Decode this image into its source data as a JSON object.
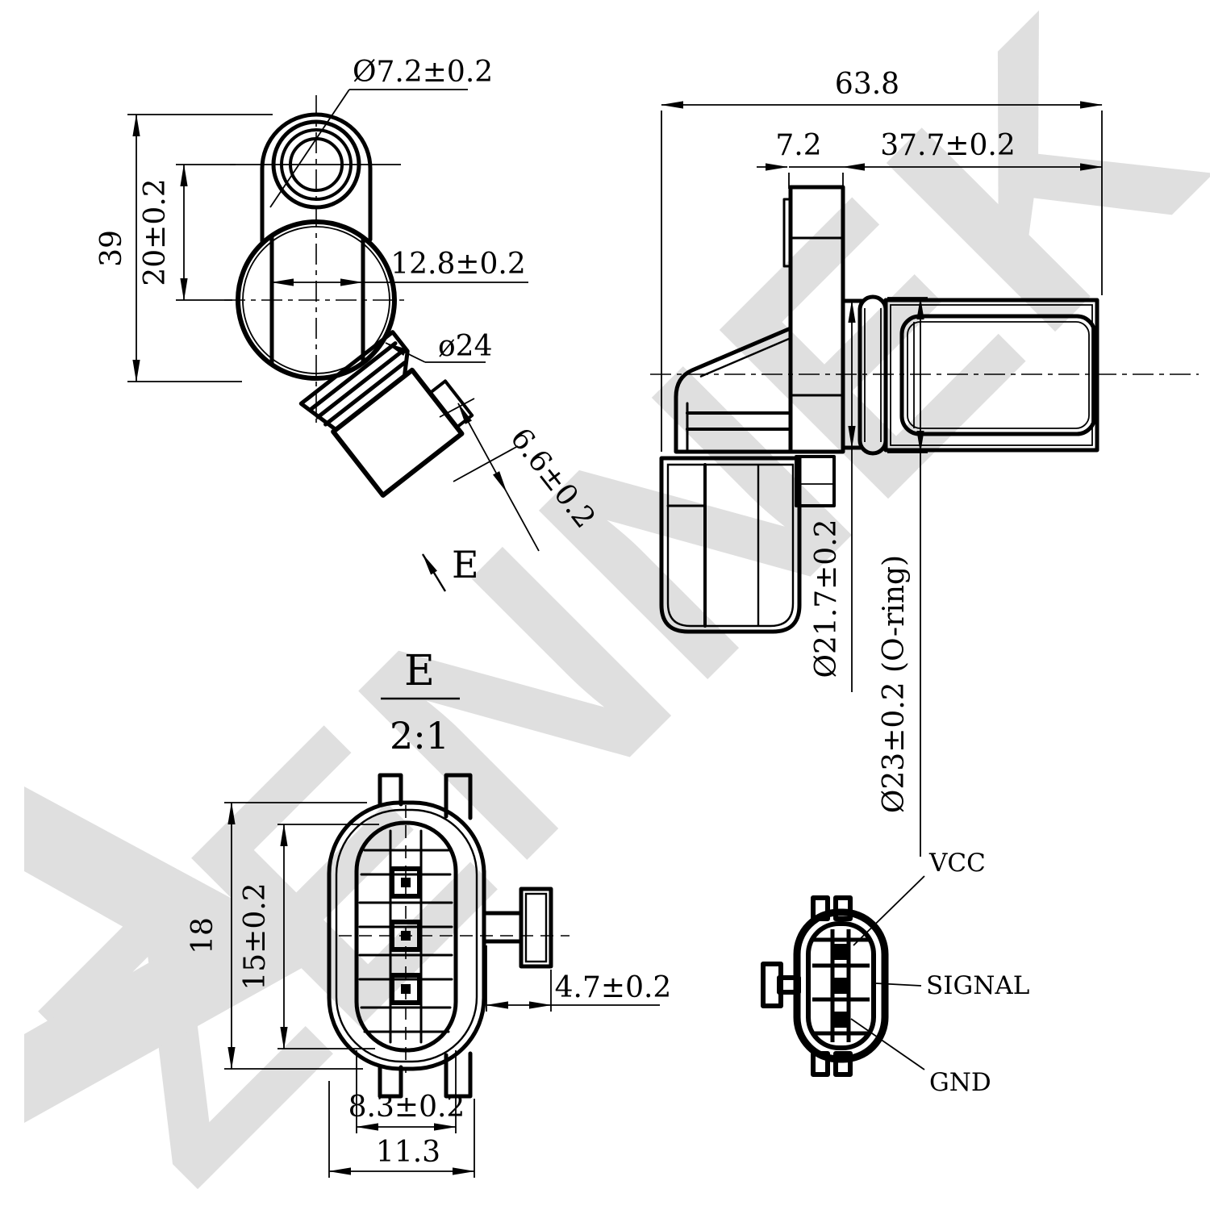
{
  "watermark": {
    "text": "ZENNEK",
    "color": "#dcdcdc"
  },
  "colors": {
    "line": "#000000",
    "background": "#ffffff"
  },
  "front_view": {
    "hole_diameter": "Ø7.2±0.2",
    "overall_height": "39",
    "hole_to_center": "20±0.2",
    "body_width": "12.8±0.2",
    "body_diameter": "ø24",
    "latch_width": "6.6±0.2",
    "view_arrow_label": "E"
  },
  "side_view": {
    "overall_length": "63.8",
    "flange_thickness": "7.2",
    "probe_length": "37.7±0.2",
    "body_diameter": "Ø21.7±0.2",
    "oring_diameter": "Ø23±0.2 (O-ring)"
  },
  "detail_view": {
    "label": "E",
    "scale": "2:1",
    "overall_height": "18",
    "pin_cavity_height": "15±0.2",
    "cavity_width": "8.3±0.2",
    "connector_width": "11.3",
    "latch_depth": "4.7±0.2"
  },
  "pinout": {
    "pins": [
      "VCC",
      "SIGNAL",
      "GND"
    ]
  }
}
